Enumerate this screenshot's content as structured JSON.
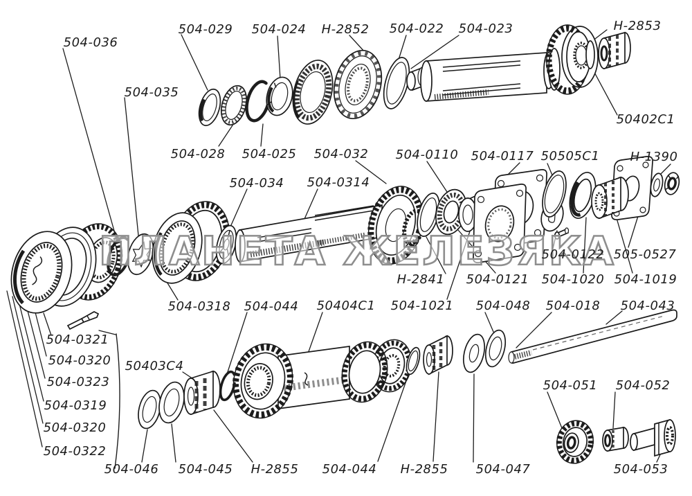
{
  "diagram": {
    "watermark": "ПЛАНЕТА ЖЕЛЕЗЯКА",
    "assemblies": {
      "input_shaft": {
        "labels": [
          "504-036",
          "504-029",
          "504-024",
          "Н-2852",
          "504-022",
          "504-023",
          "Н-2853",
          "50402С1",
          "504-035",
          "504-028",
          "504-025"
        ]
      },
      "main_shaft": {
        "labels": [
          "504-032",
          "504-0110",
          "504-0117",
          "50505С1",
          "Н-1390",
          "504-034",
          "504-0314",
          "Н-2841",
          "504-0121",
          "504-0122",
          "505-0527",
          "504-1020",
          "504-1019",
          "504-0318",
          "504-1021"
        ]
      },
      "synchro_pack": {
        "labels": [
          "504-0321",
          "504-0320",
          "504-0323",
          "504-0319",
          "504-0320",
          "504-0322"
        ]
      },
      "countershaft": {
        "labels": [
          "50403С4",
          "504-044",
          "50404С1",
          "504-048",
          "504-018",
          "504-043",
          "504-046",
          "504-045",
          "Н-2855",
          "504-044",
          "Н-2855",
          "504-047",
          "504-051",
          "504-052",
          "504-053"
        ]
      }
    }
  }
}
